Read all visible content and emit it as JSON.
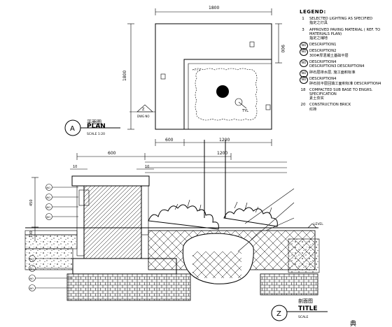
{
  "plan": {
    "dim_top": "1800",
    "dim_left": "1800",
    "dim_right": "900",
    "dim_bottom_left": "600",
    "dim_bottom_right": "1200",
    "title_cn": "平面图",
    "title_en": "PLAN",
    "scale": "SCALE  1:20",
    "callout_letter": "A",
    "ref_letter": "Z",
    "ref_sub": "DWG NO",
    "tree_label": "TYL"
  },
  "legend": {
    "title": "LEGEND:",
    "items": [
      {
        "key": "1",
        "circled": false,
        "en": "SELECTED  LIGHTING  AS SPECIFIED",
        "cn": "指定之灯具"
      },
      {
        "key": "3",
        "circled": false,
        "en": "APPROVED PAVING MATERIAL ( REF. TO MATERIALS PLAN)",
        "cn": "指定之铺地"
      },
      {
        "key": "NO",
        "circled": true,
        "en": "DESCRIPTION1",
        "cn": ""
      },
      {
        "key": "NO",
        "circled": true,
        "en": "DESCRIPTION2 ",
        "cn": "300#厚混凝土基础平层"
      },
      {
        "key": "NO",
        "circled": true,
        "en": "DESCRIPTION4 ",
        "cn": "DESCRIPTION3 DESCRIPTION4"
      },
      {
        "key": "NO",
        "circled": true,
        "en": "",
        "cn": "碎石层排水层, 施工面积标准"
      },
      {
        "key": "NO",
        "circled": true,
        "en": "DESCRIPTION4",
        "cn": "碎石找平层回填工面积标准 DESCRIPTION4"
      },
      {
        "key": "18",
        "circled": false,
        "en": "COMPACTED SUB BASE TO ENGRS. SPECIFICATION",
        "cn": "素土夯实"
      },
      {
        "key": "20",
        "circled": false,
        "en": "CONSTRUCTION BRICK",
        "cn": "红砖"
      }
    ]
  },
  "section": {
    "dim_top": "600",
    "dim_top2": "1200",
    "dim_small1": "10",
    "dim_small2": "10",
    "dim_left1": "450",
    "dim_left2": "100",
    "level_label": "LEVEL",
    "title_cn": "剖面图",
    "title_en": "TITLE",
    "scale": "SCALE",
    "callout_letter": "Z",
    "callout_sub": "典",
    "tag_text": "NO"
  }
}
